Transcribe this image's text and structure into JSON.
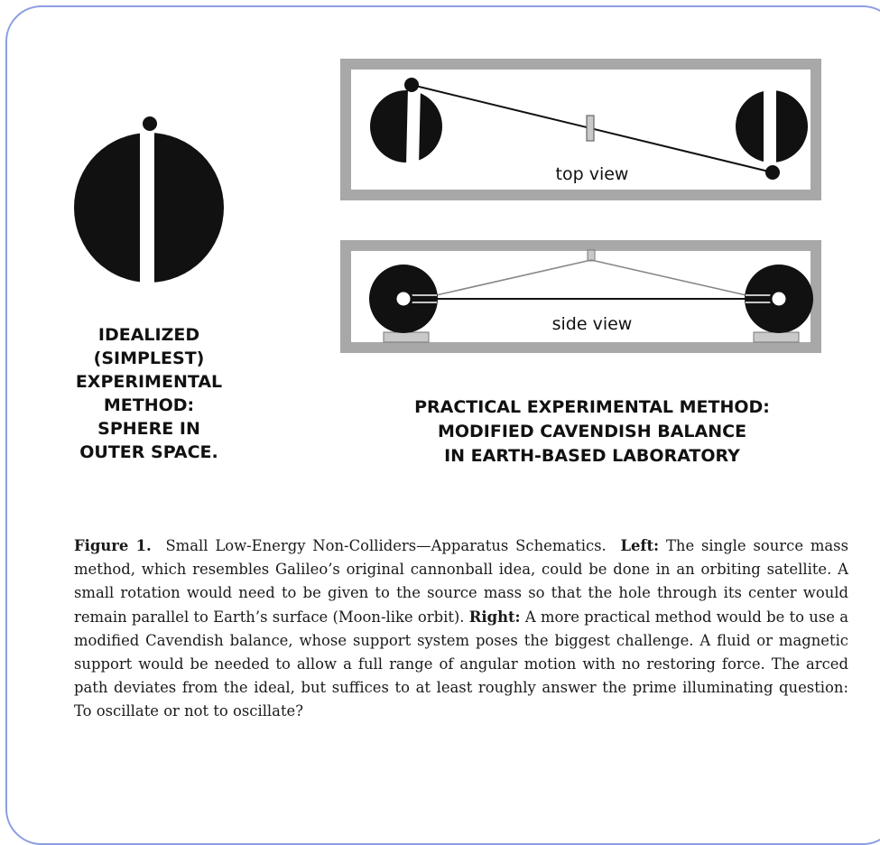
{
  "left_panel": {
    "label_lines": [
      "IDEALIZED",
      "(SIMPLEST)",
      "EXPERIMENTAL",
      "METHOD:",
      "SPHERE IN",
      "OUTER SPACE."
    ]
  },
  "top_view": {
    "label": "top view"
  },
  "side_view": {
    "label": "side view"
  },
  "right_panel": {
    "label_lines": [
      "PRACTICAL EXPERIMENTAL METHOD:",
      "MODIFIED CAVENDISH BALANCE",
      "IN EARTH-BASED LABORATORY"
    ]
  },
  "caption": {
    "figure_label": "Figure 1.",
    "title": "Small Low-Energy Non-Colliders—Apparatus Schematics.",
    "left_label": "Left:",
    "left_text": "The single source mass method, which resembles Galileo’s original cannonball idea, could be done in an orbiting satellite.  A small rotation would need to be given to the source mass so that the hole through its center would remain parallel to Earth’s surface (Moon-like orbit).",
    "right_label": "Right:",
    "right_text": "A more practical method would be to use a modified Cavendish balance, whose support system poses the biggest challenge.  A fluid or magnetic support would be needed to allow a full range of angular motion with no restoring force.  The arced path deviates from the ideal, but suffices to at least roughly answer the prime illuminating question: To oscillate or not to oscillate?"
  },
  "colors": {
    "border": "#8b9de4",
    "frame_gray": "#a8a8a8",
    "ink": "#111111"
  }
}
